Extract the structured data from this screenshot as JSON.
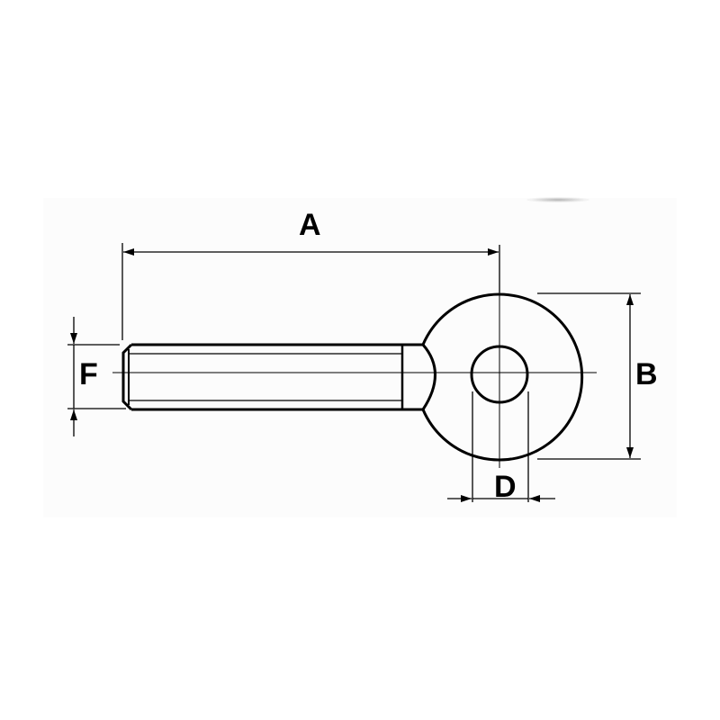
{
  "drawing": {
    "subject": "Eye bolt technical dimension drawing",
    "line_color": "#000000",
    "background_color": "#ffffff",
    "panel_color": "#fcfcfc"
  },
  "dimensions": {
    "A": {
      "label": "A",
      "meaning": "overall length to eye center"
    },
    "B": {
      "label": "B",
      "meaning": "eye outer diameter"
    },
    "D": {
      "label": "D",
      "meaning": "eye hole diameter"
    },
    "F": {
      "label": "F",
      "meaning": "thread diameter"
    }
  }
}
